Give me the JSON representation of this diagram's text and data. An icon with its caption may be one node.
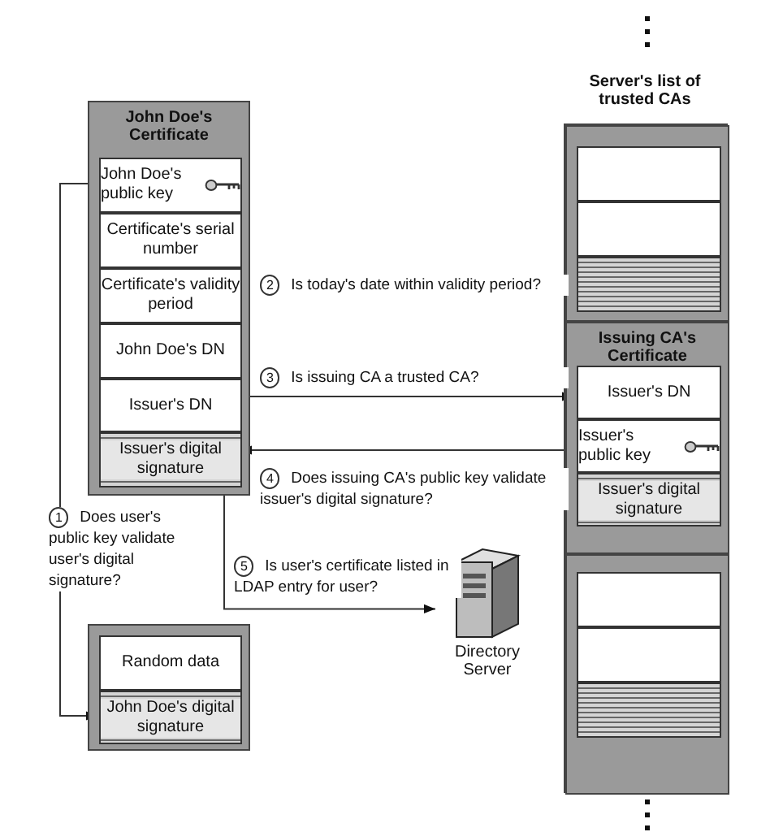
{
  "diagram": {
    "nodes": [
      {
        "text": [
          "John Doe's Certificate"
        ]
      },
      {
        "text": [
          "John Doe's public key"
        ],
        "in": 0
      },
      {
        "text": [
          "Certificate's serial number"
        ],
        "in": 0
      },
      {
        "text": [
          "Certificate's validity period"
        ],
        "in": 0
      },
      {
        "text": [
          "John Doe's DN"
        ],
        "in": 0
      },
      {
        "text": [
          "Issuer's DN"
        ],
        "in": 0
      },
      {
        "text": [
          "Issuer's digital signature"
        ],
        "in": 0
      },
      {
        "text": [
          "Server's list of trusted CAs"
        ]
      },
      {
        "text": [],
        "shape": "box",
        "in": 7
      },
      {
        "text": [],
        "shape": "box",
        "in": 8
      },
      {
        "text": [],
        "shape": "box",
        "in": 8
      },
      {
        "text": [],
        "shape": "box",
        "in": 8
      },
      {
        "text": [
          "Issuing CA's Certificate"
        ],
        "in": 7
      },
      {
        "text": [
          "Issuer's DN"
        ],
        "in": 12
      },
      {
        "text": [
          "Issuer's public key"
        ],
        "in": 12
      },
      {
        "text": [
          "Issuer's digital signature"
        ],
        "in": 12
      },
      {
        "text": [],
        "shape": "box",
        "in": 7
      },
      {
        "text": [],
        "shape": "box",
        "in": 16
      },
      {
        "text": [],
        "shape": "box",
        "in": 16
      },
      {
        "text": [],
        "shape": "box",
        "in": 16
      },
      {
        "text": [],
        "shape": "box"
      },
      {
        "text": [
          "Random data"
        ],
        "in": 20
      },
      {
        "text": [
          "John Doe's digital signature"
        ],
        "in": 20
      },
      {
        "text": [
          "Directory Server"
        ]
      }
    ],
    "edges": [
      {
        "from": 1,
        "to": 22,
        "arrow": "to",
        "label": "1 Does user's public key validate user's digital signature?"
      },
      {
        "from": 5,
        "to": 13,
        "arrow": "to",
        "label": "3 Is issuing CA a trusted CA?"
      },
      {
        "from": 14,
        "to": 6,
        "arrow": "to",
        "label": "4 Does issuing CA's public key validate issuer's digital signature?"
      },
      {
        "from": 0,
        "to": 23,
        "arrow": "to",
        "label": "5 Is user's certificate listed in LDAP entry for user?"
      }
    ],
    "labels": [
      "2 Is today's date within validity period?"
    ]
  }
}
